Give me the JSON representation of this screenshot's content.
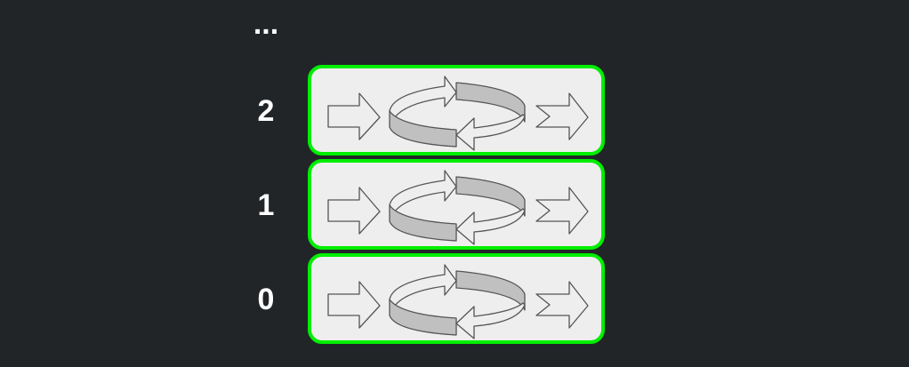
{
  "ellipsis": "...",
  "layers": [
    {
      "label": "2"
    },
    {
      "label": "1"
    },
    {
      "label": "0"
    }
  ],
  "colors": {
    "background": "#212528",
    "border": "#00ee00",
    "box": "#eeeeee",
    "band": "#c0c0c0"
  }
}
